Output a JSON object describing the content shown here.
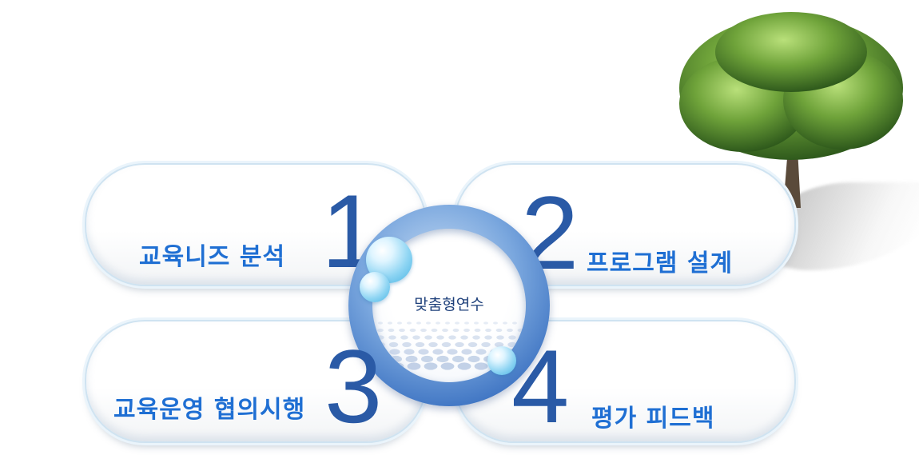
{
  "center": {
    "label": "맞춤형연수"
  },
  "steps": [
    {
      "number": "1",
      "label": "교육니즈 분석"
    },
    {
      "number": "2",
      "label": "프로그램 설계"
    },
    {
      "number": "3",
      "label": "교육운영 협의시행"
    },
    {
      "number": "4",
      "label": "평가 피드백"
    }
  ],
  "colors": {
    "label": "#1f6fd3",
    "number": "#2a5aa6",
    "ring": "#3d73c2",
    "center_text": "#1d3f7a"
  },
  "icons": [
    "tree-illustration",
    "water-bubble"
  ]
}
